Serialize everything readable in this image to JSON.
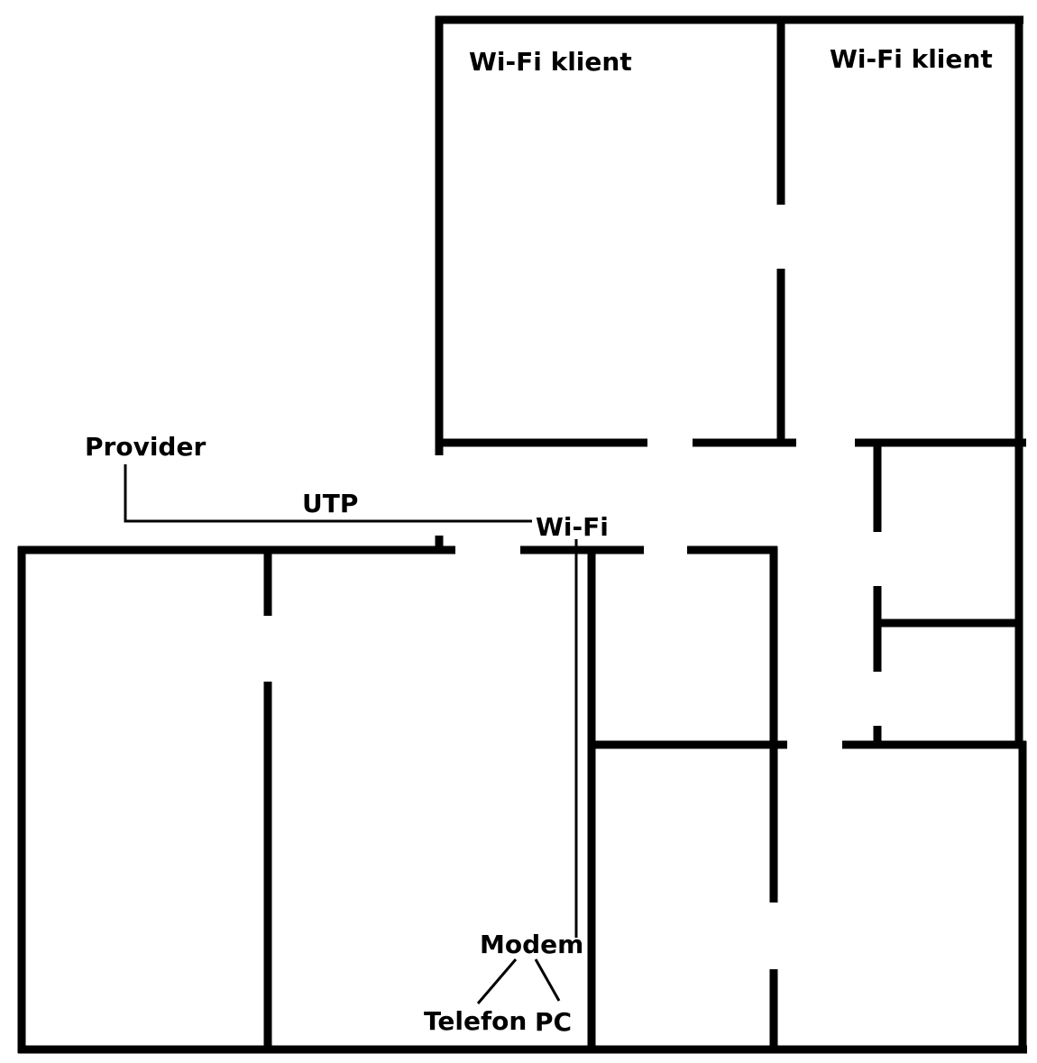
{
  "labels": {
    "wifi_client_1": "Wi-Fi klient",
    "wifi_client_2": "Wi-Fi klient",
    "provider": "Provider",
    "utp": "UTP",
    "wifi": "Wi-Fi",
    "modem": "Modem",
    "telefon": "Telefon",
    "pc": "PC"
  },
  "colors": {
    "wall": "#000000",
    "background": "#ffffff"
  }
}
